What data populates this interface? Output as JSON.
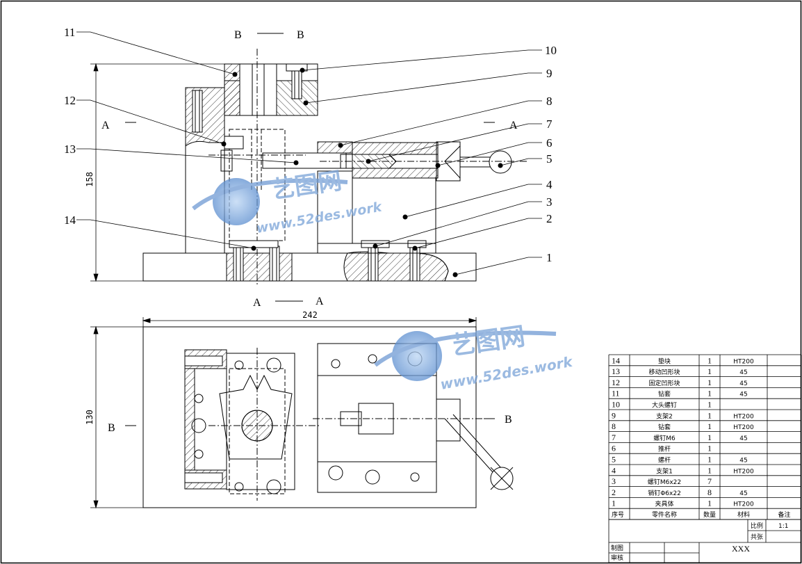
{
  "drawing": {
    "section_labels": {
      "bb_top_left": "B",
      "bb_top_right": "B",
      "aa_left": "A",
      "aa_right": "A",
      "aa_bottom_left": "A",
      "aa_bottom_right": "A",
      "b_plan_left": "B",
      "b_plan_right": "B"
    },
    "dimensions": {
      "height_front": "158",
      "width_plan": "242",
      "height_plan": "130"
    },
    "balloons": {
      "b1": "1",
      "b2": "2",
      "b3": "3",
      "b4": "4",
      "b5": "5",
      "b6": "6",
      "b7": "7",
      "b8": "8",
      "b9": "9",
      "b10": "10",
      "b11": "11",
      "b12": "12",
      "b13": "13",
      "b14": "14"
    },
    "watermark": {
      "cn": "艺图网",
      "url": "www.52des.work"
    }
  },
  "parts_list": {
    "rows": [
      {
        "no": "14",
        "name": "垫块",
        "qty": "1",
        "material": "HT200"
      },
      {
        "no": "13",
        "name": "移动凹形块",
        "qty": "1",
        "material": "45"
      },
      {
        "no": "12",
        "name": "固定凹形块",
        "qty": "1",
        "material": "45"
      },
      {
        "no": "11",
        "name": "钻套",
        "qty": "1",
        "material": "45"
      },
      {
        "no": "10",
        "name": "大头螺钉",
        "qty": "1",
        "material": ""
      },
      {
        "no": "9",
        "name": "支架2",
        "qty": "1",
        "material": "HT200"
      },
      {
        "no": "8",
        "name": "钻套",
        "qty": "1",
        "material": "HT200"
      },
      {
        "no": "7",
        "name": "螺钉M6",
        "qty": "1",
        "material": "45"
      },
      {
        "no": "6",
        "name": "推杆",
        "qty": "1",
        "material": ""
      },
      {
        "no": "5",
        "name": "螺杆",
        "qty": "1",
        "material": "45"
      },
      {
        "no": "4",
        "name": "支架1",
        "qty": "1",
        "material": "HT200"
      },
      {
        "no": "3",
        "name": "螺钉M6x22",
        "qty": "7",
        "material": ""
      },
      {
        "no": "2",
        "name": "销钉Φ6x22",
        "qty": "8",
        "material": "45"
      },
      {
        "no": "1",
        "name": "夹具体",
        "qty": "1",
        "material": "HT200"
      }
    ],
    "header": {
      "no": "序号",
      "name": "零件名称",
      "qty": "数量",
      "material": "材料",
      "remark": "备注"
    }
  },
  "title_block": {
    "scale_label": "比例",
    "scale_value": "1:1",
    "sheets_label": "共张",
    "drawing_name": "XXX",
    "drawn_by_label": "制图",
    "checked_by_label": "审核"
  }
}
